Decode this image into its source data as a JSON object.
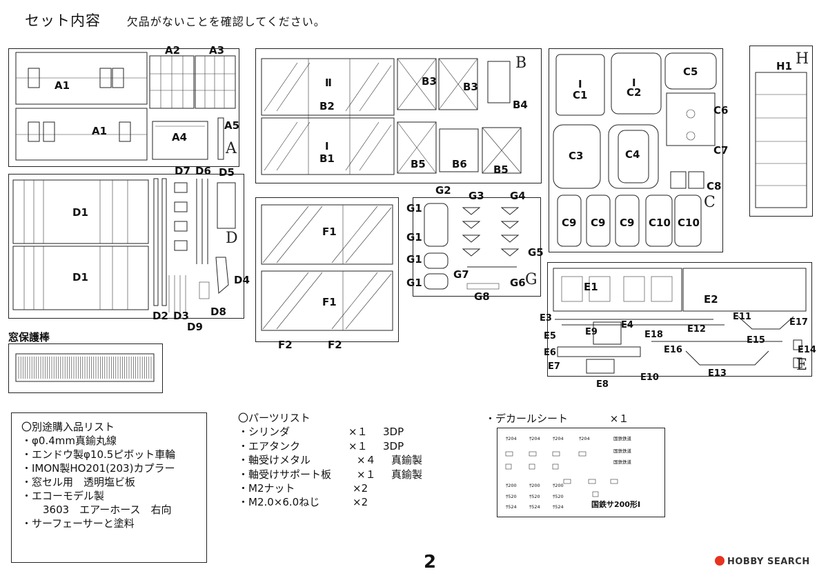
{
  "heading": {
    "title": "セット内容",
    "note": "欠品がないことを確認してください。"
  },
  "sheets": {
    "A": {
      "letter": "A",
      "labels": [
        "A1",
        "A1",
        "A2",
        "A3",
        "A4",
        "A5"
      ]
    },
    "B": {
      "letter": "B",
      "labels": [
        "B1",
        "B2",
        "B3",
        "B3",
        "B4",
        "B5",
        "B5",
        "B6"
      ],
      "marks": [
        "Ⅱ",
        "Ⅰ"
      ]
    },
    "C": {
      "letter": "C",
      "labels": [
        "C1",
        "C2",
        "C3",
        "C4",
        "C5",
        "C6",
        "C7",
        "C8",
        "C9",
        "C9",
        "C9",
        "C10",
        "C10"
      ],
      "marks": [
        "Ⅰ",
        "Ⅰ"
      ]
    },
    "H": {
      "letter": "H",
      "labels": [
        "H1"
      ]
    },
    "D": {
      "letter": "D",
      "labels": [
        "D1",
        "D1",
        "D2",
        "D3",
        "D4",
        "D5",
        "D6",
        "D7",
        "D8",
        "D9"
      ]
    },
    "F": {
      "letter": "F",
      "labels": [
        "F1",
        "F1",
        "F2",
        "F2"
      ]
    },
    "G": {
      "letter": "G",
      "labels": [
        "G1",
        "G1",
        "G1",
        "G1",
        "G2",
        "G3",
        "G4",
        "G5",
        "G6",
        "G7",
        "G8"
      ]
    },
    "E": {
      "letter": "E",
      "labels": [
        "E1",
        "E2",
        "E3",
        "E4",
        "E5",
        "E6",
        "E7",
        "E8",
        "E9",
        "E10",
        "E11",
        "E12",
        "E13",
        "E14",
        "E15",
        "E16",
        "E17",
        "E18"
      ]
    }
  },
  "window_guard": {
    "label": "窓保護棒"
  },
  "purchase": {
    "title": "〇別途購入品リスト",
    "items": [
      "・φ0.4mm真鍮丸線",
      "・エンドウ製φ10.5ピボット車輪",
      "・IMON製HO201(203)カプラー",
      "・窓セル用　透明塩ビ板",
      "・エコーモデル製",
      "　3603　エアーホース　右向",
      "・サーフェーサーと塗料"
    ]
  },
  "parts_list": {
    "title": "〇パーツリスト",
    "items": [
      {
        "name": "・シリンダ",
        "qty": "×１",
        "note": "3DP"
      },
      {
        "name": "・エアタンク",
        "qty": "×１",
        "note": "3DP"
      },
      {
        "name": "・軸受けメタル",
        "qty": "×４",
        "note": "真鍮製"
      },
      {
        "name": "・軸受けサポート板",
        "qty": "×１",
        "note": "真鍮製"
      },
      {
        "name": "・M2ナット",
        "qty": "×2",
        "note": ""
      },
      {
        "name": "・M2.0×6.0ねじ",
        "qty": "×2",
        "note": ""
      }
    ]
  },
  "decal": {
    "title": "・デカールシート",
    "qty": "×１",
    "top_codes": [
      "ｻ204",
      "ｻ204",
      "ｻ204",
      "ｻ204"
    ],
    "left_codes": [
      "ｻ200",
      "ｻ520",
      "ｻ524"
    ],
    "mid_codes": [
      "ｻ200",
      "ｻ520",
      "ｻ524"
    ],
    "right_codes": [
      "ｻ200",
      "ｻ520",
      "ｻ524"
    ],
    "tags": [
      "国鉄鉄道",
      "国鉄鉄道",
      "国鉄鉄道"
    ],
    "car_name": "国鉄サ200形Ⅰ"
  },
  "page_number": "2",
  "watermark": "HOBBY SEARCH"
}
